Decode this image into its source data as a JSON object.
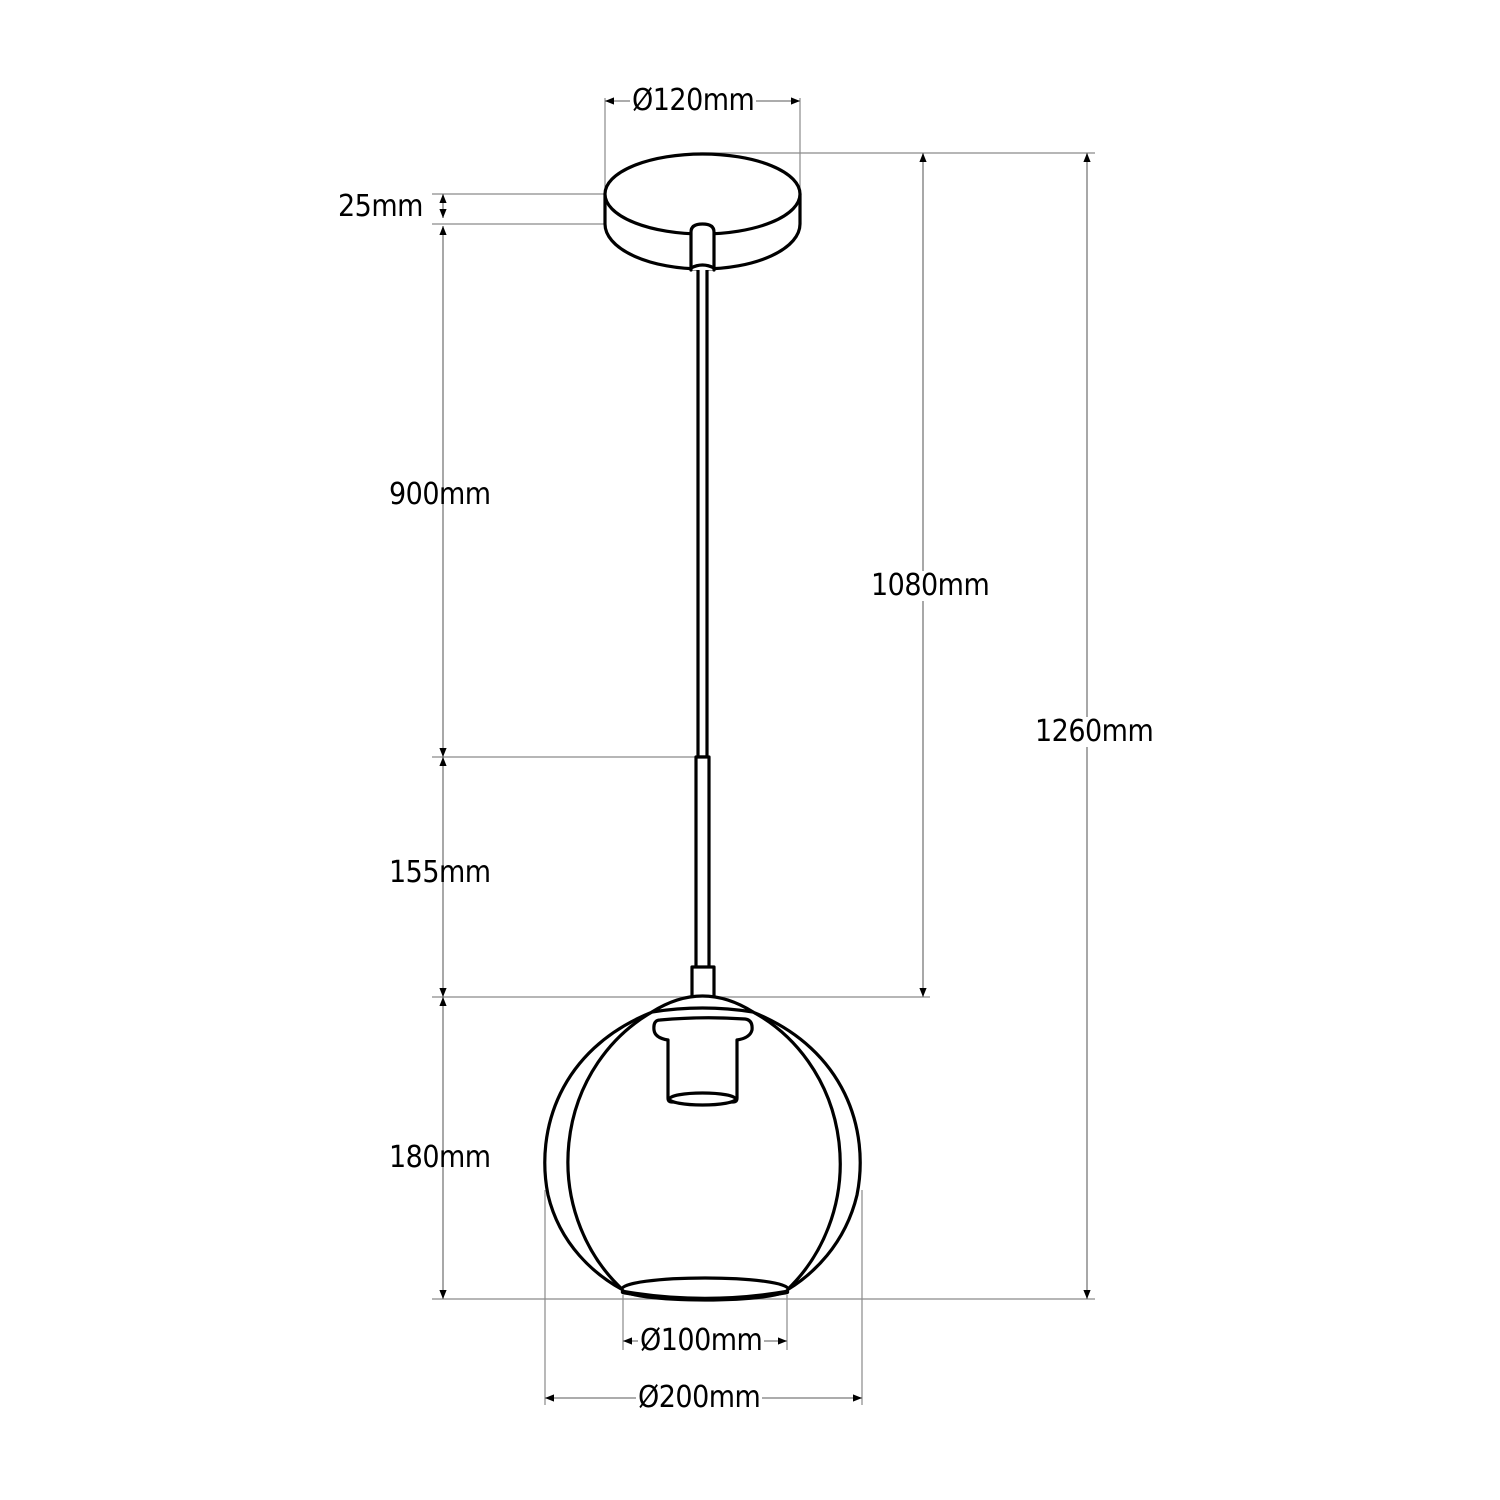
{
  "drawing": {
    "subject": "pendant lamp dimension drawing",
    "units": "mm",
    "colors": {
      "line": "#000000",
      "dimension_line": "#7a7a7a",
      "background": "#ffffff"
    }
  },
  "dimensions": {
    "canopy_diameter": "Ø120mm",
    "canopy_height": "25mm",
    "cable_length": "900mm",
    "rod_length": "155mm",
    "canopy_to_shade_top": "1080mm",
    "total_height": "1260mm",
    "shade_height": "180mm",
    "shade_opening_diameter": "Ø100mm",
    "shade_diameter": "Ø200mm"
  }
}
